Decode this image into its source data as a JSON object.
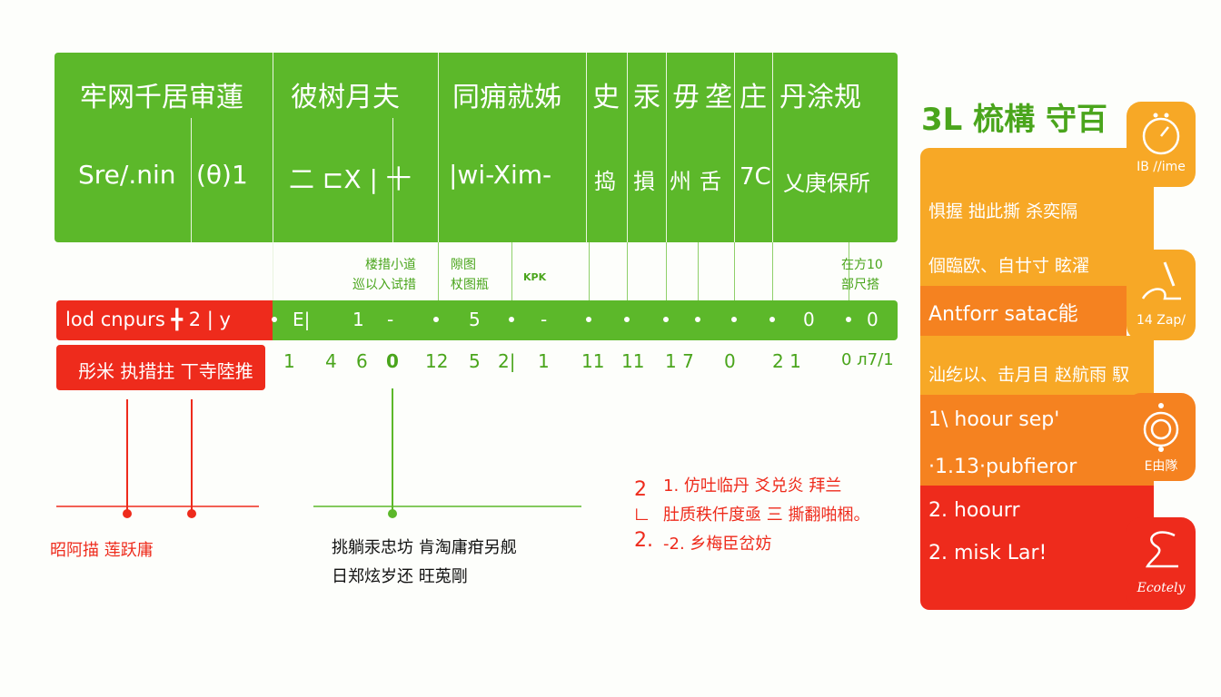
{
  "header": {
    "row1": [
      "牢网千居审蓮",
      "彼树月夫",
      "同痈就姊",
      "史",
      "汞",
      "毋",
      "垄",
      "庄",
      "丹涂规"
    ],
    "row2": [
      "Sre/.nin",
      "(θ)1",
      "二 ⊏X | 十",
      "|wi-Xim-",
      "捣",
      "損",
      "州",
      "舌",
      "7C",
      "乂庚保所"
    ]
  },
  "notes": {
    "a": [
      "楼措小道",
      "巡以入试措"
    ],
    "b": [
      "隙图",
      "杖图瓶"
    ],
    "c": "KPK",
    "d": [
      "在方10",
      "部尺搭"
    ]
  },
  "row_a": {
    "label": "lod cnpurs ╋ 2 | y",
    "values": [
      "E|",
      "1",
      "-",
      "5",
      "-",
      "0",
      "0"
    ]
  },
  "row_b": {
    "label": "彤米 执措拄 丅寺陸推",
    "values": [
      "1",
      "4",
      "6",
      "0",
      "12",
      "5",
      "2|",
      "1",
      "11",
      "11",
      "1 7",
      "0",
      "2 1",
      "0 л7/1"
    ]
  },
  "captions": {
    "red": "昭阿描 莲跃庸",
    "black": [
      "挑躺汞忠坊 肯淘庸疳另舰",
      "日郑炫岁还 旺莵剛"
    ]
  },
  "annotation": {
    "nums": [
      "2",
      "𠃊",
      "2."
    ],
    "lines": [
      "1. 仿吐临丹 爻兑炎 拜兰",
      "肚质秩仟度亟 三 撕翻啪梱。",
      "-2. 乡梅臣岔妨"
    ]
  },
  "panel": {
    "title": "3L 梳構 守百",
    "rows": [
      "惧握 拙此撕 杀奕隔",
      "個臨欧、自廿寸 眩濯",
      "Antforr satac能",
      "汕纥以、击月目 赵航雨 馭",
      "1\\ hoour sep'",
      "·1.13·pubfieror",
      "2. hoourr",
      "2. misk Lar!"
    ],
    "tiles": [
      {
        "icon": "stopwatch-icon",
        "label": "IB //ime"
      },
      {
        "icon": "pen-icon",
        "label": "14 Zap/"
      },
      {
        "icon": "ring-icon",
        "label": "E由隊"
      },
      {
        "icon": "swirl-icon",
        "label": "Ecotely"
      }
    ]
  },
  "colors": {
    "green": "#5cb82a",
    "red": "#ee2b1c",
    "orange": "#f58220",
    "amber": "#f7a826"
  }
}
